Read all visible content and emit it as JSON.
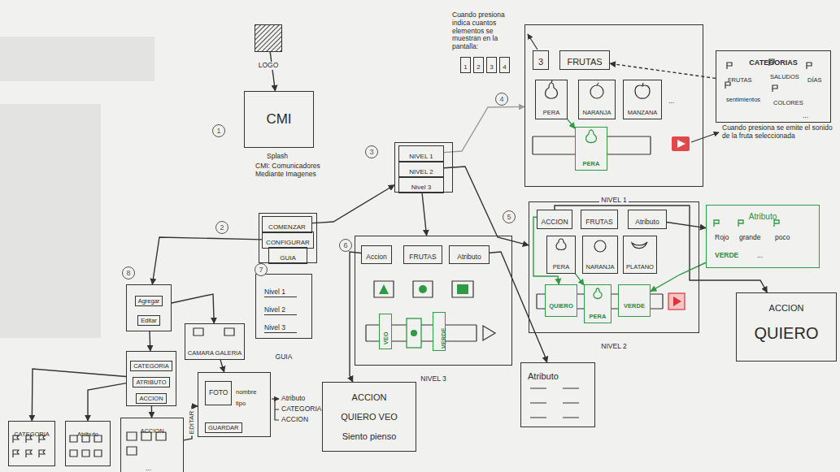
{
  "diagram": {
    "nodes": [
      {
        "text": [
          "LOGO"
        ]
      },
      {
        "text": [
          "1",
          "CMI"
        ]
      },
      {
        "text": [
          "2"
        ]
      },
      {
        "text": [
          "COMENZAR"
        ],
        "in": 2
      },
      {
        "text": [
          "CONFIGURAR"
        ],
        "in": 2
      },
      {
        "text": [
          "GUIA"
        ],
        "in": 2
      },
      {
        "text": [
          "7",
          "Nivel 1",
          "Nivel 2",
          "Nivel 3",
          "GUIA"
        ]
      },
      {
        "text": [
          "3"
        ]
      },
      {
        "text": [
          "NIVEL 1"
        ],
        "in": 7
      },
      {
        "text": [
          "NIVEL 2"
        ],
        "in": 7
      },
      {
        "text": [
          "Nivel 3"
        ],
        "in": 7
      },
      {
        "text": [
          "4",
          "...",
          "NIVEL 1"
        ]
      },
      {
        "text": [
          "3"
        ],
        "in": 11
      },
      {
        "text": [
          "FRUTAS"
        ],
        "in": 11
      },
      {
        "text": [
          "PERA"
        ],
        "in": 11
      },
      {
        "text": [
          "NARANJA"
        ],
        "in": 11
      },
      {
        "text": [
          "MANZANA"
        ],
        "in": 11
      },
      {
        "text": [
          "PERA"
        ],
        "in": 11
      },
      {
        "text": [
          "CATEGORIAS",
          "FRUTAS",
          "SALUDOS",
          "DÍAS",
          "sentimientos",
          "COLORES",
          "..."
        ]
      },
      {
        "text": [
          "1"
        ]
      },
      {
        "text": [
          "2"
        ]
      },
      {
        "text": [
          "3"
        ]
      },
      {
        "text": [
          "4"
        ]
      },
      {
        "text": [
          "5",
          "NIVEL 2"
        ]
      },
      {
        "text": [
          "ACCION"
        ],
        "in": 23
      },
      {
        "text": [
          "FRUTAS"
        ],
        "in": 23
      },
      {
        "text": [
          "Atributo"
        ],
        "in": 23
      },
      {
        "text": [
          "PERA"
        ],
        "in": 23
      },
      {
        "text": [
          "NARANJA"
        ],
        "in": 23
      },
      {
        "text": [
          "PLATANO"
        ],
        "in": 23
      },
      {
        "text": [
          "QUIERO"
        ],
        "in": 23
      },
      {
        "text": [
          "PERA"
        ],
        "in": 23
      },
      {
        "text": [
          "VERDE"
        ],
        "in": 23
      },
      {
        "text": [
          "Atributo",
          "Rojo",
          "grande",
          "poco",
          "VERDE",
          "..."
        ]
      },
      {
        "text": [
          "ACCION",
          "QUIERO"
        ]
      },
      {
        "text": [
          "6",
          "NIVEL 3"
        ]
      },
      {
        "text": [
          "Accion"
        ],
        "in": 35
      },
      {
        "text": [
          "FRUTAS"
        ],
        "in": 35
      },
      {
        "text": [
          "Atributo"
        ],
        "in": 35
      },
      {
        "text": [
          "VEO"
        ],
        "in": 35
      },
      {
        "text": [
          "VERDE"
        ],
        "in": 35
      },
      {
        "text": [
          "ACCION",
          "QUIERO VEO",
          "Siento pienso"
        ]
      },
      {
        "text": [
          "Atributo"
        ]
      },
      {
        "text": [
          "8",
          "Agregar",
          "Editar"
        ]
      },
      {
        "text": [
          "CAMARA GALERIA"
        ]
      },
      {
        "text": [
          "CATEGORIA",
          "ATRIBUTO",
          "ACCION"
        ]
      },
      {
        "text": [
          "FOTO",
          "nombre",
          "tipo",
          "GUARDAR"
        ]
      },
      {
        "text": [
          "CATEGORIA"
        ]
      },
      {
        "text": [
          "Atributo"
        ]
      },
      {
        "text": [
          "ACCION",
          "..."
        ]
      }
    ],
    "edges": [
      {
        "from": 0,
        "to": 1,
        "arrow": "to"
      },
      {
        "from": 3,
        "to": 7,
        "arrow": "to"
      },
      {
        "from": 4,
        "to": 43,
        "arrow": "to"
      },
      {
        "from": 8,
        "to": 11,
        "arrow": "to"
      },
      {
        "from": 9,
        "to": 23,
        "arrow": "to"
      },
      {
        "from": 10,
        "to": 35,
        "arrow": "to"
      },
      {
        "from": 18,
        "to": 13,
        "arrow": "to"
      },
      {
        "from": 26,
        "to": 33,
        "arrow": "to"
      },
      {
        "from": 24,
        "to": 34,
        "arrow": "to"
      },
      {
        "from": 36,
        "to": 41,
        "arrow": "to"
      },
      {
        "from": 38,
        "to": 42,
        "arrow": "to"
      },
      {
        "from": 43,
        "to": 44,
        "arrow": "to"
      },
      {
        "from": 43,
        "to": 45,
        "arrow": "to"
      },
      {
        "from": 44,
        "to": 46,
        "arrow": "to"
      },
      {
        "from": 45,
        "to": 47,
        "arrow": "to"
      },
      {
        "from": 45,
        "to": 48,
        "arrow": "to"
      },
      {
        "from": 45,
        "to": 49,
        "arrow": "to"
      },
      {
        "from": 49,
        "to": 46,
        "label": "EDITAR",
        "arrow": "to"
      },
      {
        "from": 14,
        "to": 17,
        "arrow": "to"
      },
      {
        "from": 24,
        "to": 30,
        "arrow": "to"
      },
      {
        "from": 27,
        "to": 31,
        "arrow": "to"
      },
      {
        "from": 33,
        "to": 32,
        "arrow": "to"
      }
    ],
    "labels": [
      "Splash",
      "CMI: Comunicadores Mediante Imagenes",
      "Cuando presiona indica cuantos elementos se muestran en la pantalla:",
      "Cuando presiona se emite el sonido de la fruta seleccionada",
      "Atributo",
      "CATEGORIA",
      "ACCION"
    ]
  }
}
